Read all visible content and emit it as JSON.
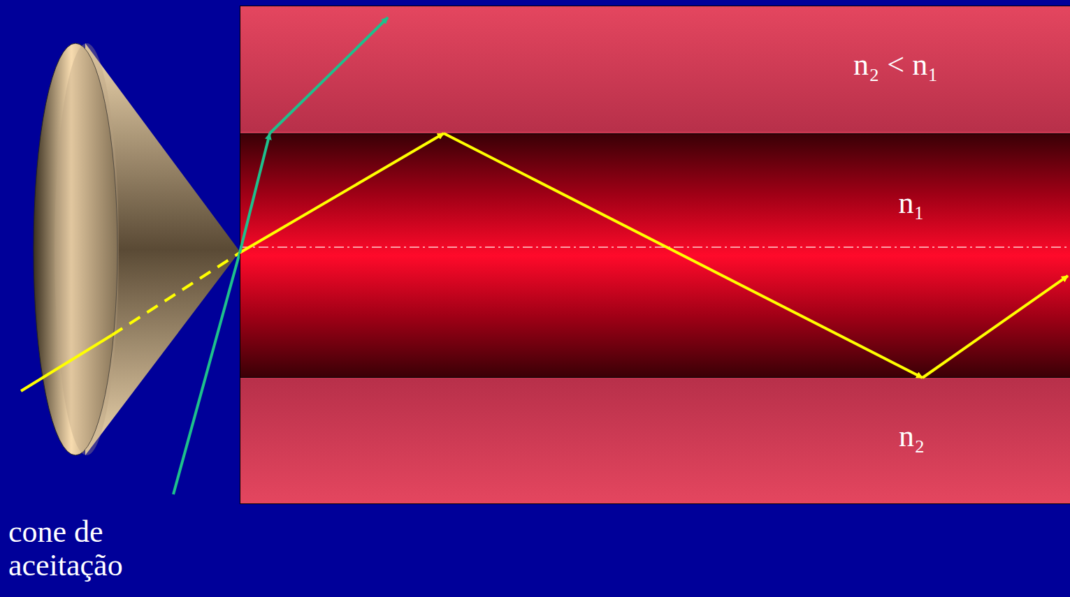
{
  "diagram": {
    "nodes": [
      {
        "text": [
          "n₂ < n₁",
          "n₂"
        ]
      },
      {
        "text": [
          "n₁"
        ],
        "in": 0
      }
    ],
    "labels": [
      "cone de aceitação"
    ]
  }
}
